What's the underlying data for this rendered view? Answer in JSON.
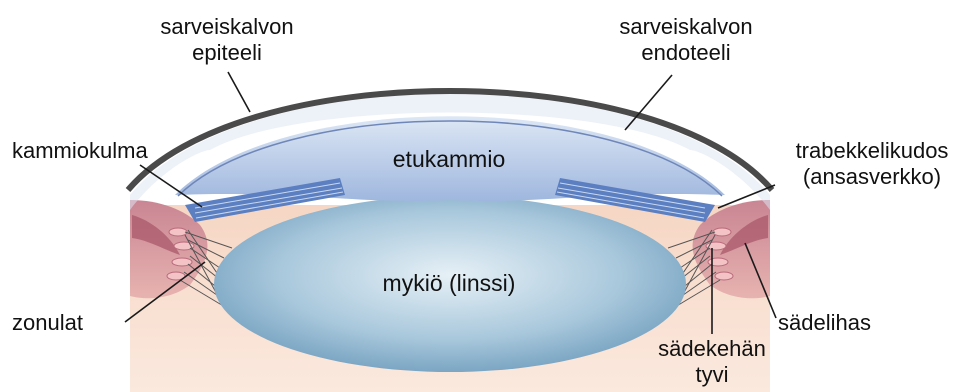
{
  "labels": {
    "cornea_epithelium_line1": "sarveiskalvon",
    "cornea_epithelium_line2": "epiteeli",
    "cornea_endothelium_line1": "sarveiskalvon",
    "cornea_endothelium_line2": "endoteeli",
    "chamber_angle": "kammiokulma",
    "trabecular_line1": "trabekkelikudos",
    "trabecular_line2": "(ansasverkko)",
    "anterior_chamber": "etukammio",
    "lens": "mykiö (linssi)",
    "zonules": "zonulat",
    "ciliary_muscle": "sädelihas",
    "ciliary_root_line1": "sädekehän",
    "ciliary_root_line2": "tyvi"
  },
  "colors": {
    "cornea_outer": "#4a4a4a",
    "anterior_chamber": "#b9cdea",
    "lens_center": "#d9e9f2",
    "lens_edge": "#7aa6c4",
    "iris": "#5b7fc1",
    "ciliary_body": "#b86a7a",
    "tissue_background": "#f4c9b3"
  }
}
